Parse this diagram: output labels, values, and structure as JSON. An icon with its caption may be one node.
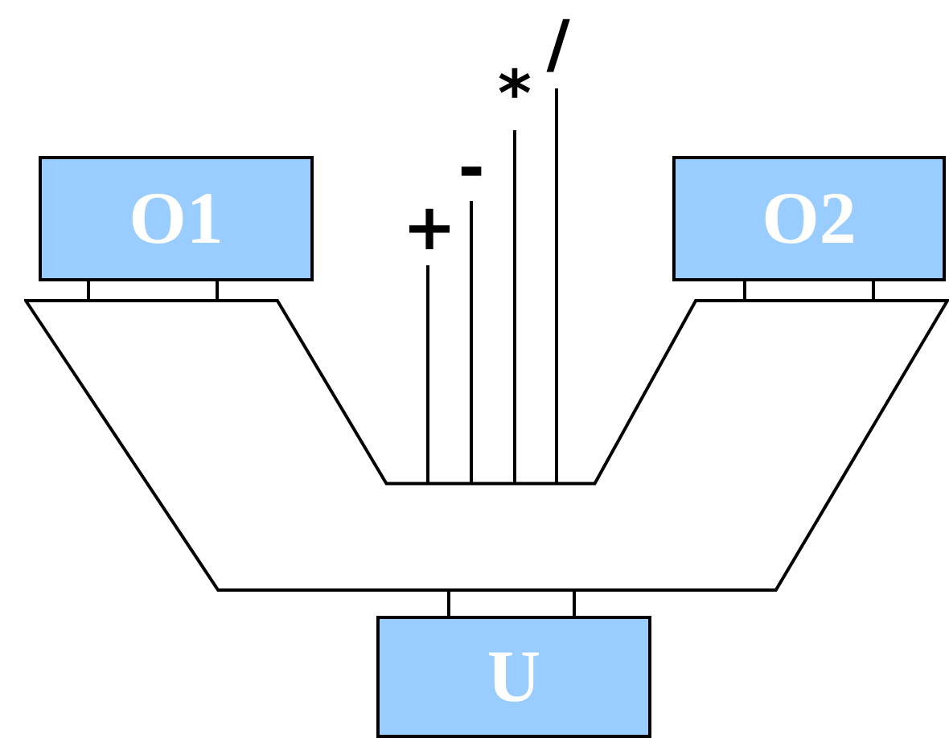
{
  "diagram": {
    "nodes": [
      {
        "text": [
          "O1"
        ]
      },
      {
        "text": [
          "O2"
        ]
      },
      {
        "text": [],
        "shape": "polygon"
      },
      {
        "text": [
          "+"
        ]
      },
      {
        "text": [
          "-"
        ]
      },
      {
        "text": [
          "*"
        ]
      },
      {
        "text": [
          "/"
        ]
      },
      {
        "text": [
          "U"
        ]
      }
    ],
    "edges": [
      {
        "from": 0,
        "to": 2,
        "arrow": "none"
      },
      {
        "from": 0,
        "to": 2,
        "arrow": "none"
      },
      {
        "from": 1,
        "to": 2,
        "arrow": "none"
      },
      {
        "from": 1,
        "to": 2,
        "arrow": "none"
      },
      {
        "from": 3,
        "to": 2,
        "arrow": "none"
      },
      {
        "from": 4,
        "to": 2,
        "arrow": "none"
      },
      {
        "from": 5,
        "to": 2,
        "arrow": "none"
      },
      {
        "from": 6,
        "to": 2,
        "arrow": "none"
      },
      {
        "from": 2,
        "to": 7,
        "arrow": "none"
      },
      {
        "from": 2,
        "to": 7,
        "arrow": "none"
      }
    ]
  }
}
